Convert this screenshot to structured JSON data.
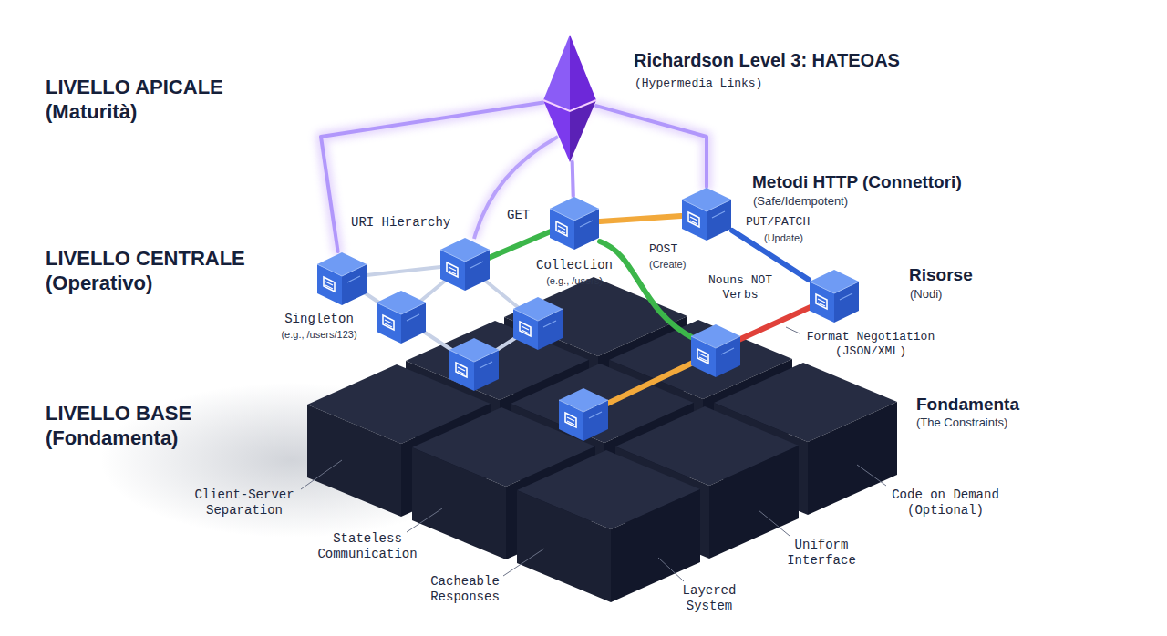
{
  "diagram": {
    "nodes": [
      {
        "text": [
          "Richardson Level 3: HATEOAS",
          "(Hypermedia Links)"
        ]
      },
      {
        "text": [
          "Singleton",
          "(e.g., /users/123)"
        ]
      },
      {
        "text": [
          "Collection",
          "(e.g., /users)"
        ]
      },
      {
        "text": [
          "Metodi HTTP (Connettori)",
          "(Safe/Idempotent)"
        ]
      },
      {
        "text": [
          "Risorse",
          "(Nodi)"
        ]
      }
    ],
    "edges": [
      {
        "from": 0,
        "to": 1,
        "arrow": "none"
      },
      {
        "from": 0,
        "to": 2,
        "arrow": "none"
      },
      {
        "from": 0,
        "to": 3,
        "arrow": "none"
      },
      {
        "from": 2,
        "to": 3,
        "arrow": "none"
      },
      {
        "from": 3,
        "to": 4,
        "label": "PUT/PATCH",
        "arrow": "none"
      }
    ],
    "labels": [
      "LIVELLO APICALE (Maturità)",
      "LIVELLO CENTRALE (Operativo)",
      "LIVELLO BASE (Fondamenta)",
      "URI Hierarchy",
      "GET",
      "POST",
      "(Create)",
      "(Update)",
      "Nouns NOT Verbs",
      "Format Negotiation (JSON/XML)",
      "Fondamenta",
      "(The Constraints)",
      "Client-Server Separation",
      "Stateless Communication",
      "Cacheable Responses",
      "Layered System",
      "Uniform Interface",
      "Code on Demand (Optional)"
    ]
  }
}
